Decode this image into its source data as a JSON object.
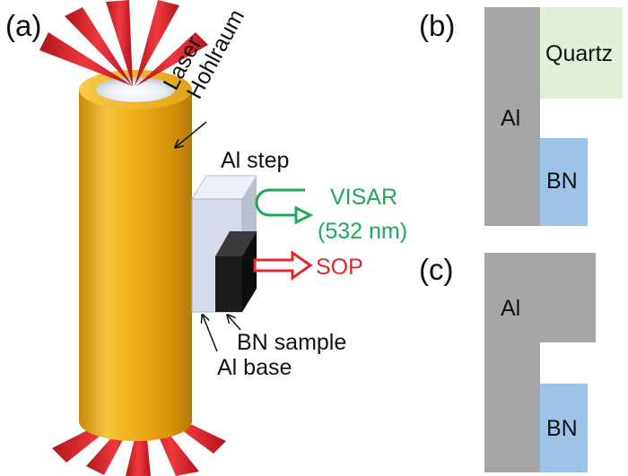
{
  "panels": {
    "a": "(a)",
    "b": "(b)",
    "c": "(c)"
  },
  "labels": {
    "laser": "Laser",
    "hohlraum": "Hohlraum",
    "al_step": "Al step",
    "visar": "VISAR",
    "visar_wavelength": "(532 nm)",
    "sop": "SOP",
    "bn_sample": "BN sample",
    "al_base": "Al base"
  },
  "panel_b": {
    "al": "Al",
    "quartz": "Quartz",
    "bn": "BN"
  },
  "panel_c": {
    "al": "Al",
    "bn": "BN"
  },
  "colors": {
    "hohlraum": "#f2b21a",
    "laser": "#e3262d",
    "al": "#a6a6a6",
    "quartz": "#e2efd9",
    "bn": "#9dc3e6",
    "visar": "#1faa59",
    "sop": "#e3262d",
    "al_step": "#d6dceb",
    "bn_sample": "#1a1a1a"
  }
}
